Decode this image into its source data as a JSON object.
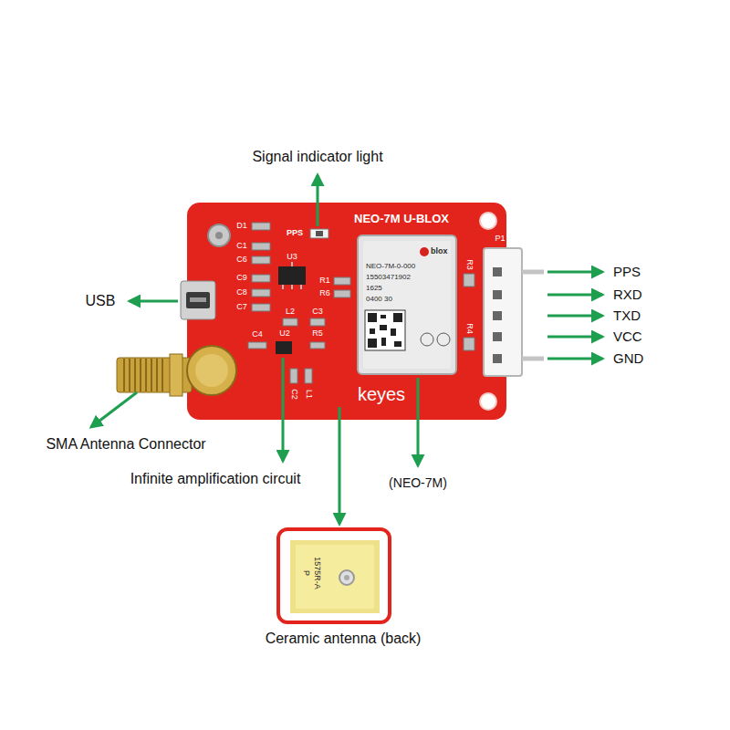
{
  "diagram": {
    "labels": [
      "Signal indicator light",
      "NEO-7M U-BLOX",
      "D1",
      "PPS",
      "C1",
      "C6",
      "U3",
      "blox",
      "NEO-7M-0-000",
      "15503471902",
      "1625",
      "0400 30",
      "R3",
      "P1",
      "PPS",
      "C9",
      "R1",
      "R6",
      "USB",
      "C8",
      "RXD",
      "C7",
      "L2",
      "C3",
      "TXD",
      "R4",
      "C4",
      "U2",
      "R5",
      "VCC",
      "GND",
      "C2",
      "L1",
      "keyes",
      "SMA Antenna Connector",
      "Infinite amplification circuit",
      "(NEO-7M)",
      "1575R-A",
      "P",
      "Ceramic antenna (back)"
    ]
  }
}
